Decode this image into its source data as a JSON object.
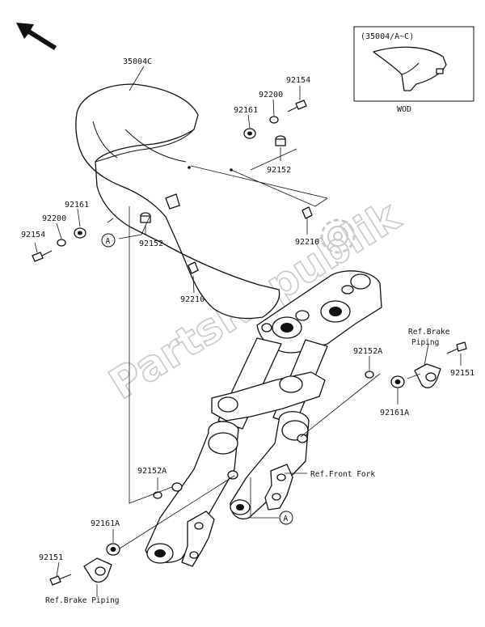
{
  "direction_arrow": "front-arrow-icon",
  "inset": {
    "title": "(35004/A~C)",
    "caption": "WOD"
  },
  "labels": {
    "fender": "35004C",
    "bolt_top": "92154",
    "washer_top": "92200",
    "nut_top": "92161",
    "collar_top": "92152",
    "clip_right": "92210",
    "nut_left": "92161",
    "washer_left": "92200",
    "bolt_left": "92154",
    "collar_left": "92152",
    "clip_left": "92210",
    "collar_a_right": "92152A",
    "bolt_right": "92151",
    "nut_a_right": "92161A",
    "collar_a_left": "92152A",
    "nut_a_left": "92161A",
    "bolt_bottom": "92151"
  },
  "refs": {
    "brake_piping_right_1": "Ref.Brake",
    "brake_piping_right_2": "Piping",
    "front_fork": "Ref.Front Fork",
    "brake_piping_bottom": "Ref.Brake Piping"
  },
  "markers": {
    "a_top": "A",
    "a_bottom": "A"
  },
  "watermark": "PartsRepublik"
}
